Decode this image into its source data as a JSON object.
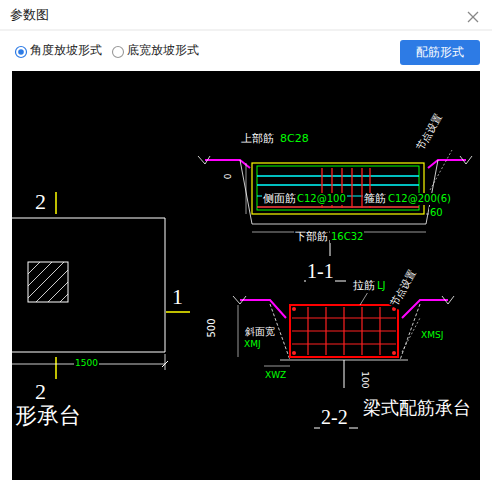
{
  "diagram": {
    "title": "参数图",
    "nodes": [
      {
        "text": [
          "配筋形式"
        ]
      }
    ],
    "labels": [
      "角度放坡形式",
      "底宽放坡形式",
      "2",
      "1",
      "1500",
      "2",
      "形承台",
      "上部筋",
      "8C28",
      "0",
      "侧面筋",
      "C12@100",
      "箍筋",
      "C12@200(6)",
      "60",
      "下部筋",
      "16C32",
      "节点设置",
      "1-1",
      "拉筋",
      "LJ",
      "节点设置",
      "500",
      "斜面宽",
      "XMJ",
      "XMSJ",
      "XWZ",
      "100",
      "2-2",
      "梁式配筋承台"
    ]
  }
}
